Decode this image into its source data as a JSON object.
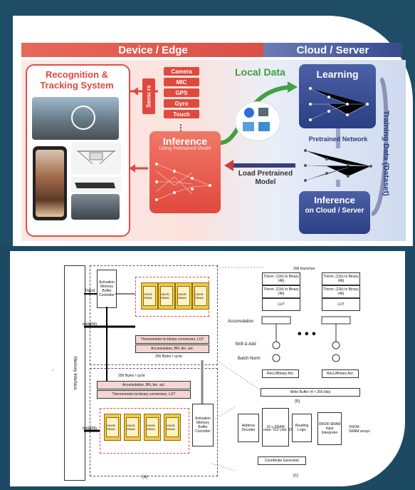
{
  "top": {
    "band_device": "Device / Edge",
    "band_cloud": "Cloud / Server",
    "recognition_title": "Recognition & Tracking System",
    "sensors_label": "Sensors",
    "sensors": [
      "Camera",
      "MIC",
      "GPS",
      "Gyro",
      "Touch"
    ],
    "inference_title": "Inference",
    "inference_sub": "Using Pretrained Model",
    "local_data": "Local Data",
    "load_model": "Load Pretrained Model",
    "learning": "Learning",
    "pretrained_network": "Pretrained Network",
    "inference_cloud_title": "Inference",
    "inference_cloud_sub": "on Cloud / Server",
    "training_data": "Training Data (Dataset)"
  },
  "bottom": {
    "memory_interface": "Memory Interface",
    "input_label": "Input",
    "weights_label": "weights",
    "amb_controller": "Activation Memory Buffer Controller",
    "thermo_lut": "Thermometer-to-binary conversion, LUT",
    "accumulation": "Accumulation, BN, bin. act.",
    "byte_cycle": "256 Bytes / cycle",
    "xnor_cell": "XNOR-SRAM",
    "caption_a": "(a)",
    "caption_b": "(b)",
    "caption_c": "(c)",
    "branches": "256 branches",
    "therm_binary": "Therm. (11b) to Binary (4b)",
    "lut": "LUT",
    "accum_label": "Accumulation",
    "shift_add": "Shift & Add",
    "batch_norm": "Batch Norm",
    "relu": "ReLU/Binary Act.",
    "write_buffer": "Write Buffer (4 × 256 bits)",
    "addr_decoder": "Address Decoder",
    "sram_block": "16 x SRAM",
    "rows": "rows: 512 cols: 128",
    "reading_logic": "Reading Logic",
    "xnor_input": "XNOR-SRAM Input Interpreter",
    "xnor_arrays": "XNOR-SRAM arrays",
    "coord_gen": "Coordinate Generator"
  }
}
